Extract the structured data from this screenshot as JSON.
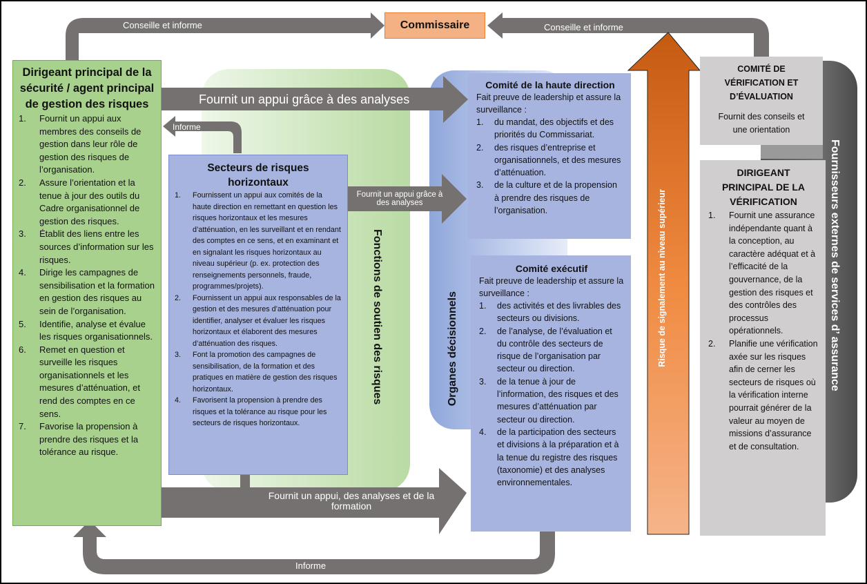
{
  "commissaire": {
    "label": "Commissaire"
  },
  "arrows": {
    "top_left": "Conseille et informe",
    "top_right": "Conseille et informe",
    "analyses_main": "Fournit un appui grâce à des analyses",
    "informe_small": "Informe",
    "analyses_small": "Fournit un appui grâce à des analyses",
    "bottom_support": "Fournit un appui, des analyses et de la formation",
    "bottom_informe": "Informe",
    "escalation": "Risque de signalement au niveau supérieur"
  },
  "groups": {
    "risk_support": "Fonctions de soutien des risques",
    "decision_bodies": "Organes décisionnels",
    "external_assurance": "Fournisseurs externes de services d’ assurance"
  },
  "cso": {
    "title": "Dirigeant principal de la sécurité / agent principal de gestion des risques",
    "items": [
      {
        "num": "1.",
        "text": "Fournit un appui aux membres des conseils de gestion dans leur rôle de gestion des risques de l’organisation."
      },
      {
        "num": "2.",
        "text": "Assure l’orientation et la tenue à jour des outils du Cadre organisationnel de gestion des risques."
      },
      {
        "num": "3.",
        "text": "Établit des liens entre les sources d’information sur les risques."
      },
      {
        "num": "4.",
        "text": "Dirige les campagnes de sensibilisation et la formation en gestion des risques au sein de l’organisation."
      },
      {
        "num": "5.",
        "text": "Identifie, analyse et évalue les risques organisationnels."
      },
      {
        "num": "6.",
        "text": "Remet en question et surveille les risques organisationnels et les mesures d’atténuation, et rend des comptes en ce sens."
      },
      {
        "num": "7.",
        "text": "Favorise la propension à prendre des risques et la tolérance au risque."
      }
    ]
  },
  "horizontal": {
    "title": "Secteurs de risques horizontaux",
    "items": [
      {
        "num": "1.",
        "text": "Fournissent un appui aux comités de la haute direction en remettant en question les risques horizontaux et les mesures d’atténuation, en les surveillant et en rendant des comptes en ce sens, et en examinant et en signalant les risques horizontaux au niveau supérieur (p. ex. protection des renseignements personnels, fraude, programmes/projets)."
      },
      {
        "num": "2.",
        "text": "Fournissent un appui aux responsables de la gestion et des mesures d’atténuation pour identifier, analyser et évaluer les risques horizontaux et élaborent des mesures d’atténuation des risques."
      },
      {
        "num": "3.",
        "text": "Font la promotion des campagnes de sensibilisation, de la formation et des pratiques en matière de gestion des risques horizontaux."
      },
      {
        "num": "4.",
        "text": "Favorisent la propension à prendre des risques et la tolérance au risque pour les secteurs de risques horizontaux."
      }
    ]
  },
  "senior_committee": {
    "title": "Comité de la haute direction",
    "intro": "Fait preuve de leadership et assure la surveillance :",
    "items": [
      {
        "num": "1.",
        "text": "du mandat, des objectifs et des priorités du Commissariat."
      },
      {
        "num": "2.",
        "text": "des risques d’entreprise et organisationnels, et des mesures d’atténuation."
      },
      {
        "num": "3.",
        "text": "de la culture et de la propension à prendre des risques de l’organisation."
      }
    ]
  },
  "exec_committee": {
    "title": "Comité exécutif",
    "intro": "Fait preuve de leadership et assure la surveillance :",
    "items": [
      {
        "num": "1.",
        "text": "des activités et des livrables des secteurs ou divisions."
      },
      {
        "num": "2.",
        "text": "de l’analyse, de l’évaluation et du contrôle des secteurs de risque de l’organisation par secteur ou direction."
      },
      {
        "num": "3.",
        "text": "de la tenue à jour de l’information, des risques et des mesures d’atténuation par secteur ou direction."
      },
      {
        "num": "4.",
        "text": "de la participation des secteurs et divisions à la préparation et à la tenue du registre des risques (taxonomie) et des analyses environnementales."
      }
    ]
  },
  "audit_committee": {
    "title": "COMITÉ DE VÉRIFICATION ET D’ÉVALUATION",
    "text": "Fournit des conseils et une orientation"
  },
  "cae": {
    "title": "DIRIGEANT PRINCIPAL DE LA VÉRIFICATION",
    "items": [
      {
        "num": "1.",
        "text": "Fournit une assurance indépendante quant à la conception, au caractère adéquat et à l’efficacité de la gouvernance, de la gestion des risques et des contrôles des processus opérationnels."
      },
      {
        "num": "2.",
        "text": "Planifie une vérification axée sur les risques afin de cerner les secteurs de risques où la vérification interne pourrait générer de la valeur au moyen de missions d’assurance et de consultation."
      }
    ]
  },
  "colors": {
    "arrow_gray": "#757171",
    "green_box": "#a9d18e",
    "blue_box": "#a6b4df",
    "gray_box": "#d0cece",
    "orange": "#ed7d31",
    "commissaire_bg": "#f4b183"
  }
}
